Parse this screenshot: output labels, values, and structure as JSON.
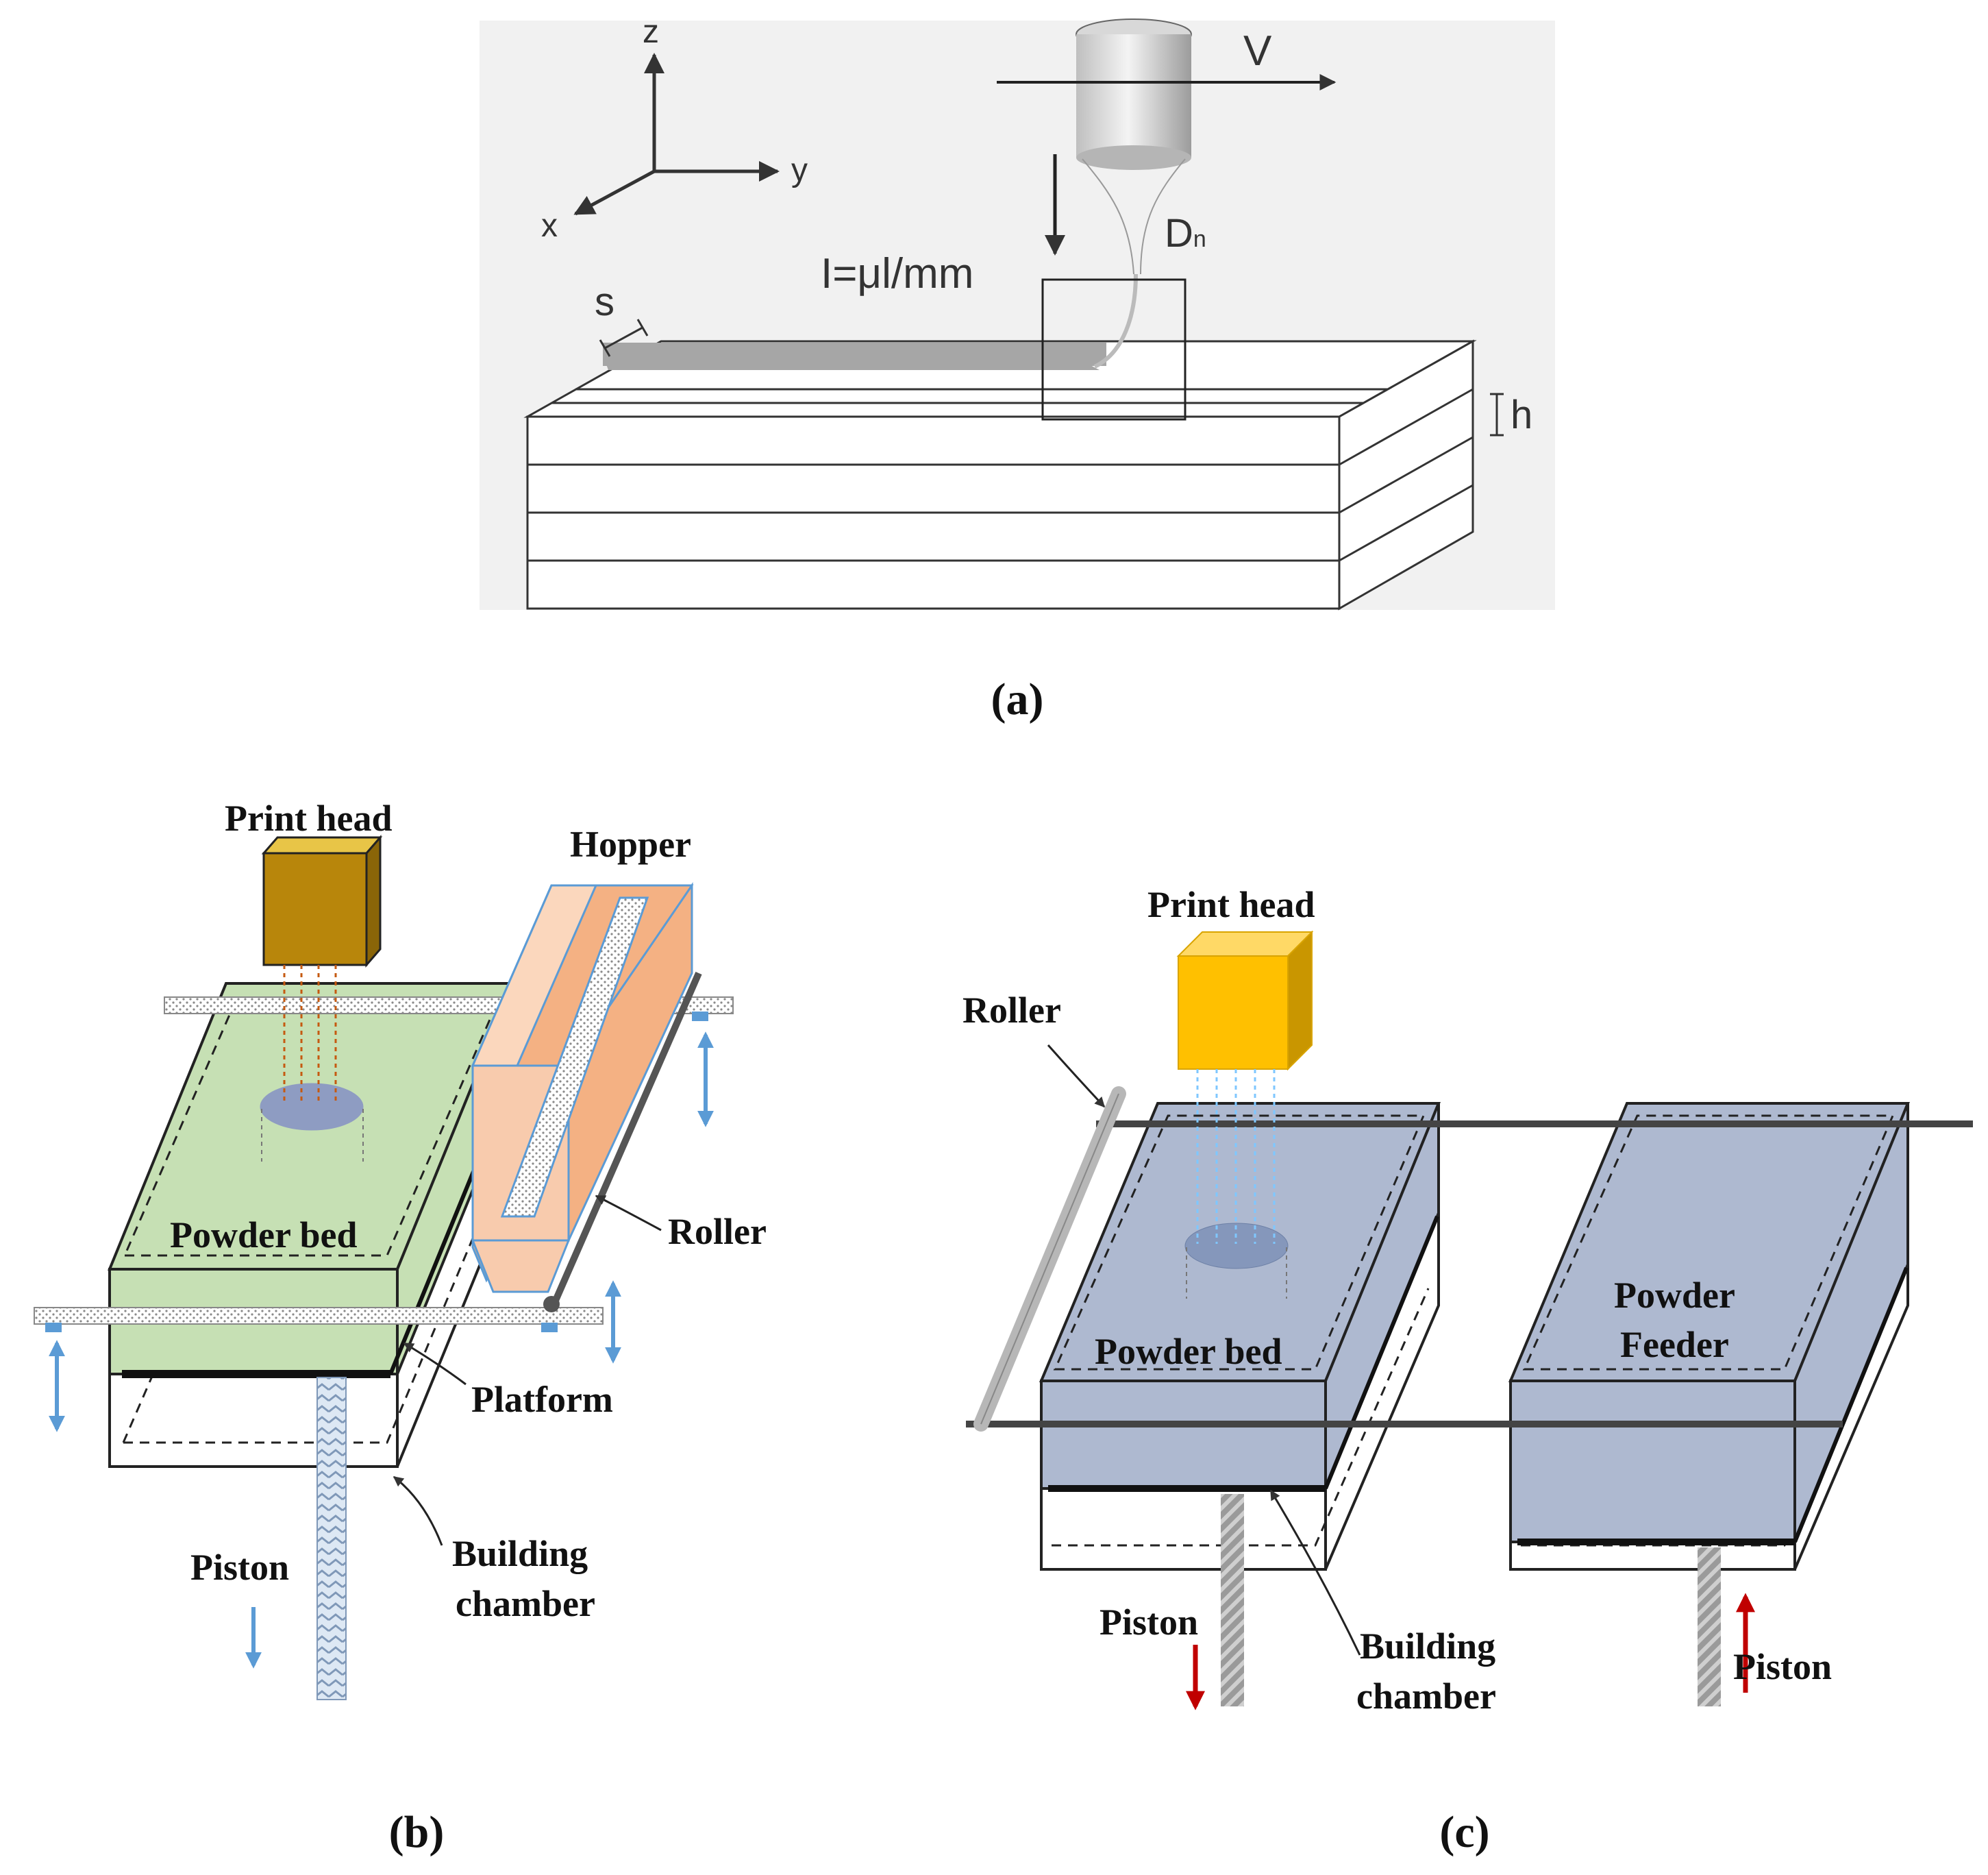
{
  "panel_a": {
    "axis_z": "z",
    "axis_y": "y",
    "axis_x": "x",
    "velocity": "V",
    "nozzle_diameter_main": "D",
    "nozzle_diameter_sub": "n",
    "extrusion_rate": "I=μl/mm",
    "spacing": "s",
    "layer_height": "h",
    "caption": "(a)"
  },
  "panel_b": {
    "print_head": "Print head",
    "hopper": "Hopper",
    "powder_bed": "Powder bed",
    "roller": "Roller",
    "platform": "Platform",
    "piston": "Piston",
    "building_line1": "Building",
    "building_line2": "chamber",
    "caption": "(b)"
  },
  "panel_c": {
    "print_head": "Print head",
    "roller": "Roller",
    "powder_bed": "Powder bed",
    "feeder_line1": "Powder",
    "feeder_line2": "Feeder",
    "piston_left": "Piston",
    "piston_right": "Piston",
    "building_line1": "Building",
    "building_line2": "chamber",
    "caption": "(c)"
  },
  "colors": {
    "powder_bed_green": "#c6e0b4",
    "powder_blue": "#aeb9d0",
    "print_head_gold": "#b8860b",
    "print_head_yellow": "#ffc000",
    "hopper_orange": "#f8c9a8",
    "arrow_blue": "#5b9bd5",
    "arrow_red": "#c00000"
  }
}
